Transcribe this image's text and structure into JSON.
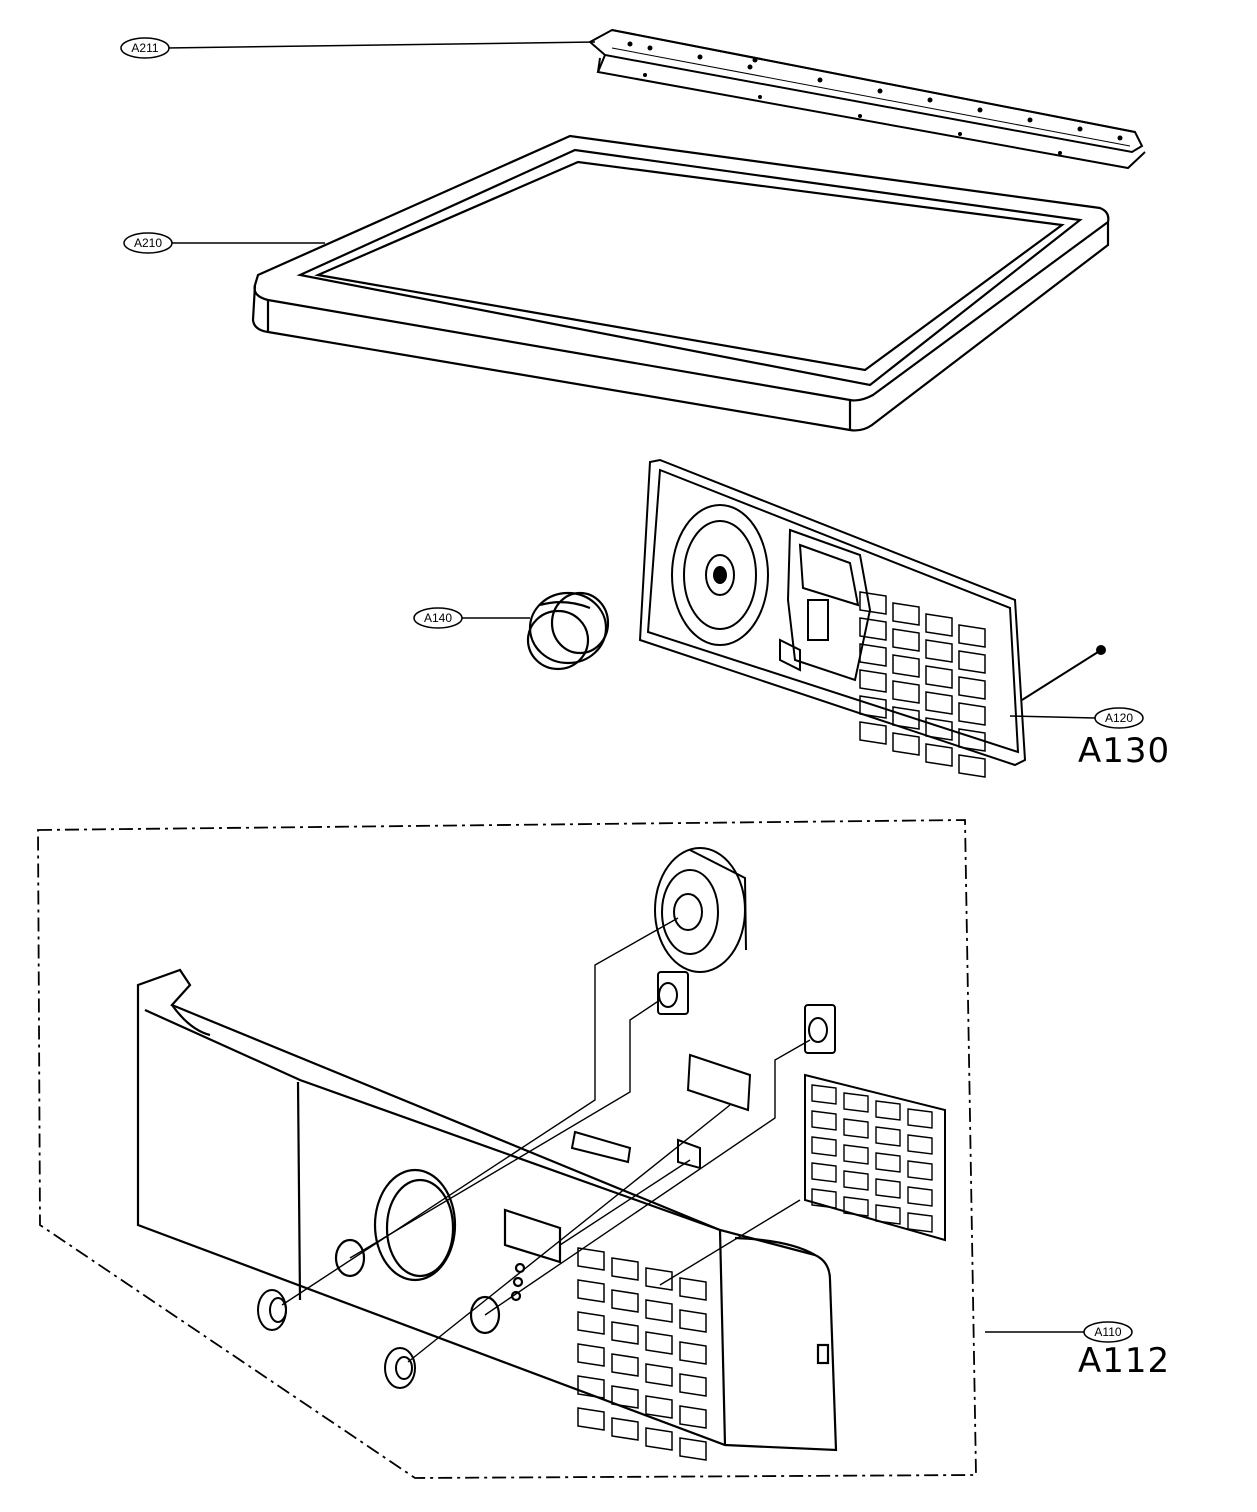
{
  "callouts": {
    "a211": "A211",
    "a210": "A210",
    "a140": "A140",
    "a120": "A120",
    "a110": "A110"
  },
  "handwritten": {
    "a130": "A130",
    "a112": "A112"
  },
  "colors": {
    "line": "#000000",
    "background": "#ffffff"
  }
}
